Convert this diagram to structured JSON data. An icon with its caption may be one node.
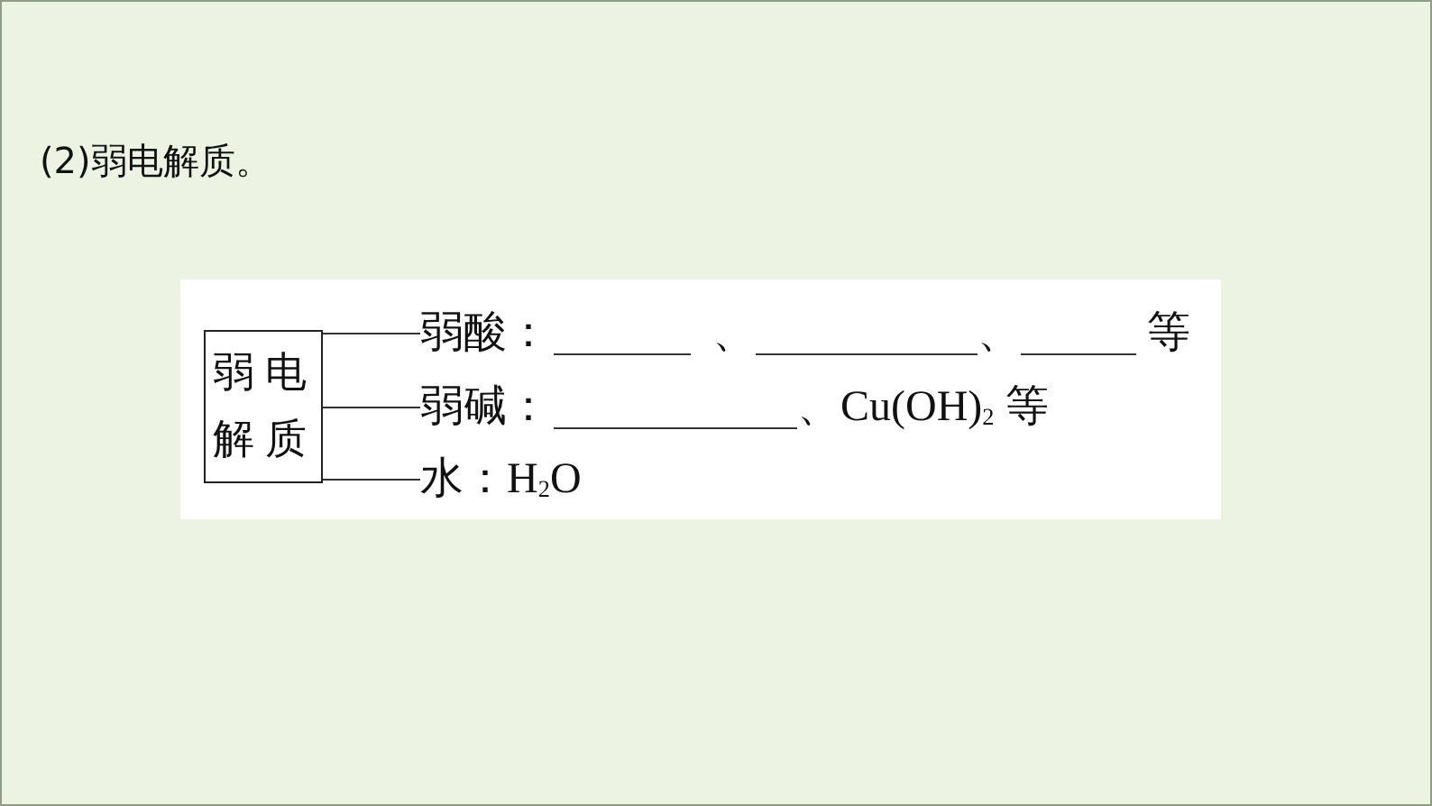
{
  "diagram": {
    "title": "(2)弱电解质。",
    "nodes": [
      {
        "text": [
          "弱电解质"
        ]
      },
      {
        "text": [
          "弱酸：",
          "、",
          "、",
          "等"
        ]
      },
      {
        "text": [
          "弱碱：",
          "、Cu(OH)$_{2}$ 等"
        ]
      },
      {
        "text": [
          "水：H$_{2}$O"
        ]
      }
    ],
    "edges": [
      {
        "from": 0,
        "to": 1,
        "arrow": "none"
      },
      {
        "from": 0,
        "to": 2,
        "arrow": "none"
      },
      {
        "from": 0,
        "to": 3,
        "arrow": "none"
      }
    ]
  }
}
